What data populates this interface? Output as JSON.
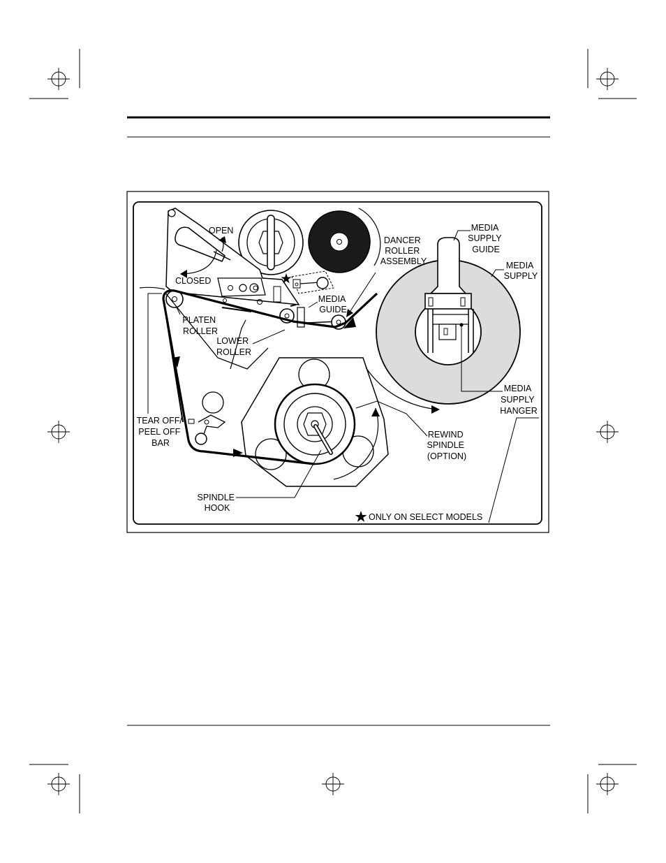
{
  "colors": {
    "ink": "#000000",
    "media_supply_fill": "#dcdcdc",
    "ribbon_fill": "#1a1a1a",
    "paper": "#ffffff"
  },
  "icons": {
    "star": "star-icon",
    "registration_mark": "crosshair-circle-icon"
  },
  "diagram": {
    "labels": {
      "open": "OPEN",
      "closed": "CLOSED",
      "dancer_roller_assembly": [
        "DANCER",
        "ROLLER",
        "ASSEMBLY"
      ],
      "media_supply_guide": [
        "MEDIA",
        "SUPPLY",
        "GUIDE"
      ],
      "media_supply": [
        "MEDIA",
        "SUPPLY"
      ],
      "media_guide": [
        "MEDIA",
        "GUIDE"
      ],
      "platen_roller": [
        "PLATEN",
        "ROLLER"
      ],
      "lower_roller": [
        "LOWER",
        "ROLLER"
      ],
      "media_supply_hanger": [
        "MEDIA",
        "SUPPLY",
        "HANGER"
      ],
      "tear_off_peel_off_bar": [
        "TEAR OFF/",
        "PEEL OFF",
        "BAR"
      ],
      "rewind_spindle": [
        "REWIND",
        "SPINDLE",
        "(OPTION)"
      ],
      "spindle_hook": [
        "SPINDLE",
        "HOOK"
      ],
      "footnote": "ONLY ON SELECT MODELS"
    }
  }
}
